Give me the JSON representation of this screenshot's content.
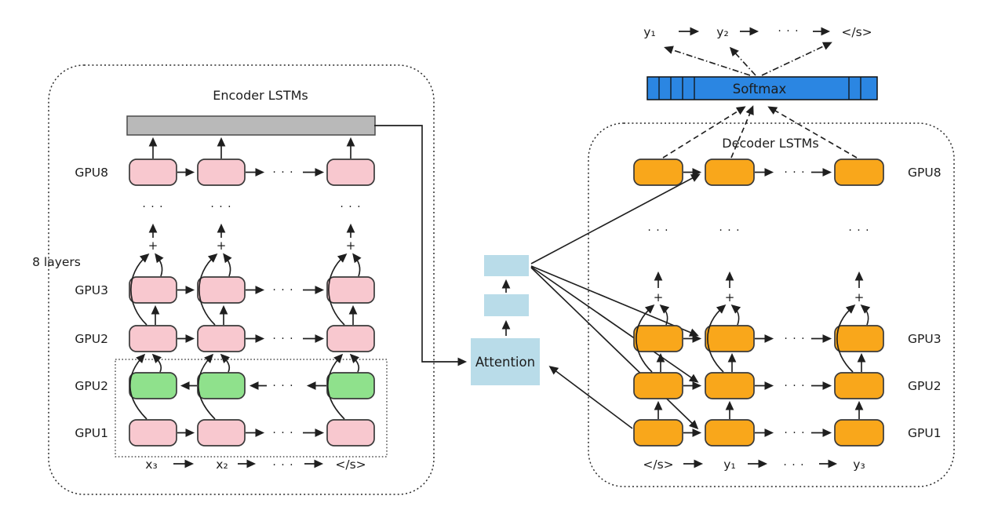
{
  "colors": {
    "cell_pink": "#f8c8cf",
    "cell_green": "#8fe18c",
    "cell_orange": "#f9a71b",
    "bar_gray": "#b9b9b9",
    "attention_blue": "#b9dce9",
    "softmax_blue": "#2b86e2"
  },
  "encoder": {
    "title": "Encoder LSTMs",
    "layers_label": "8 layers",
    "gpu_labels": [
      "GPU8",
      "GPU3",
      "GPU2",
      "GPU2",
      "GPU1"
    ],
    "inputs": [
      "x₃",
      "x₂",
      "</s>"
    ]
  },
  "attention": {
    "label": "Attention"
  },
  "decoder": {
    "title": "Decoder LSTMs",
    "gpu_labels": [
      "GPU8",
      "GPU3",
      "GPU2",
      "GPU1"
    ],
    "inputs": [
      "</s>",
      "y₁",
      "y₃"
    ],
    "outputs": [
      "y₁",
      "y₂",
      "</s>"
    ]
  },
  "softmax": {
    "label": "Softmax"
  },
  "misc": {
    "dots": "· · ·",
    "plus": "+"
  }
}
